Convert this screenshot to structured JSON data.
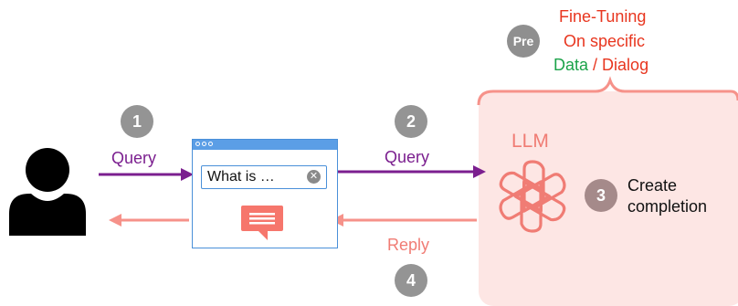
{
  "pre_step": {
    "badge": "Pre",
    "line1": "Fine-Tuning",
    "line2": "On specific",
    "line3_a": "Data",
    "line3_sep": " / ",
    "line3_b": "Dialog"
  },
  "steps": {
    "s1": "1",
    "s2": "2",
    "s3": "3",
    "s4": "4"
  },
  "arrows": {
    "query_1": "Query",
    "query_2": "Query",
    "reply": "Reply"
  },
  "chat_window": {
    "input_value": "What is …",
    "clear_glyph": "✕"
  },
  "llm": {
    "title": "LLM",
    "action_line1": "Create",
    "action_line2": "completion"
  },
  "colors": {
    "query_arrow": "#7b1f8f",
    "reply_arrow": "#f6928a",
    "llm_panel": "#fde6e4",
    "window_border": "#4a90d9"
  },
  "icons": [
    "user-icon",
    "chat-bubble-icon",
    "openai-logo-icon",
    "clear-icon"
  ]
}
